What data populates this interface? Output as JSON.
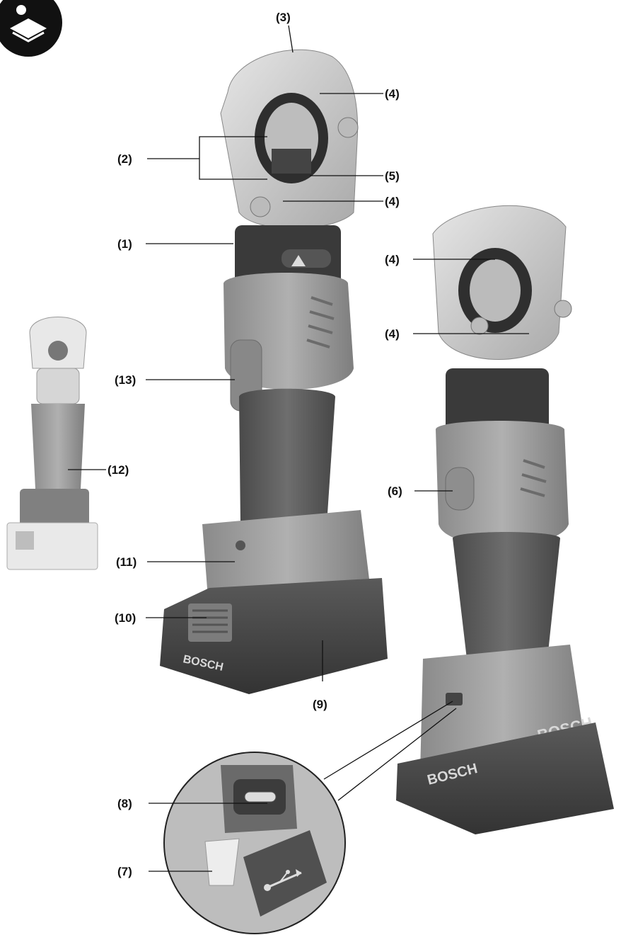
{
  "labels": {
    "l1": "(1)",
    "l2": "(2)",
    "l3": "(3)",
    "l4a": "(4)",
    "l4b": "(4)",
    "l4c": "(4)",
    "l4d": "(4)",
    "l5": "(5)",
    "l6": "(6)",
    "l7": "(7)",
    "l8": "(8)",
    "l9": "(9)",
    "l10": "(10)",
    "l11": "(11)",
    "l12": "(12)",
    "l13": "(13)"
  },
  "brand": {
    "logo_text": "BOSCH"
  },
  "icons": {
    "manual": "read-manual-icon",
    "usb": "usb-icon",
    "warning": "warning-icon"
  },
  "colors": {
    "label": "#111111",
    "die": "#cfcfcf",
    "body": "#9a9a9a",
    "grip": "#5e5e5e",
    "battery": "#4a4a4a"
  }
}
